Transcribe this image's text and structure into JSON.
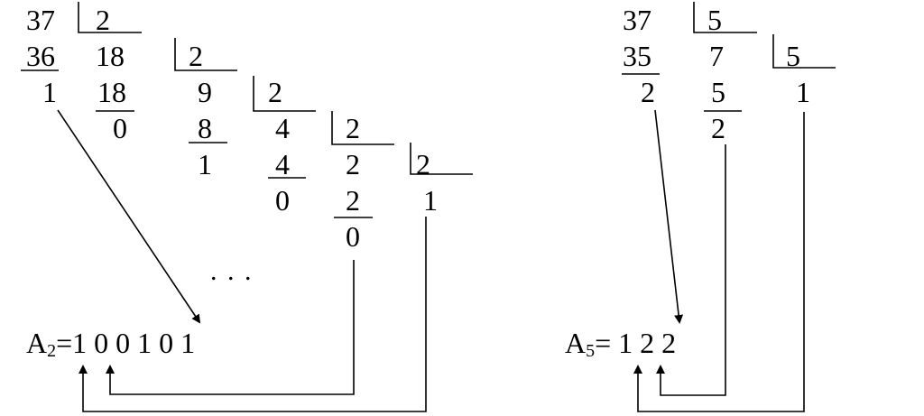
{
  "base2": {
    "rows": [
      {
        "dividend": "37",
        "quotient": "18",
        "product": "36",
        "remainder": "1"
      },
      {
        "dividend": "18",
        "quotient": "9",
        "product": "18",
        "remainder": "0"
      },
      {
        "dividend": "9",
        "quotient": "4",
        "product": "8",
        "remainder": "1"
      },
      {
        "dividend": "4",
        "quotient": "2",
        "product": "4",
        "remainder": "0"
      },
      {
        "dividend": "2",
        "quotient": "1",
        "product": "2",
        "remainder": "0"
      }
    ],
    "divisor": "2",
    "ellipsis": ".   .   .",
    "result_label": "A",
    "result_base": "2",
    "result_value": "=1 0 0 1 0 1"
  },
  "base5": {
    "rows": [
      {
        "dividend": "37",
        "quotient": "7",
        "product": "35",
        "remainder": "2"
      },
      {
        "dividend": "7",
        "quotient": "1",
        "product": "5",
        "remainder": "2"
      }
    ],
    "divisor": "5",
    "result_label": "A",
    "result_base": "5",
    "result_value": "= 1 2 2"
  }
}
